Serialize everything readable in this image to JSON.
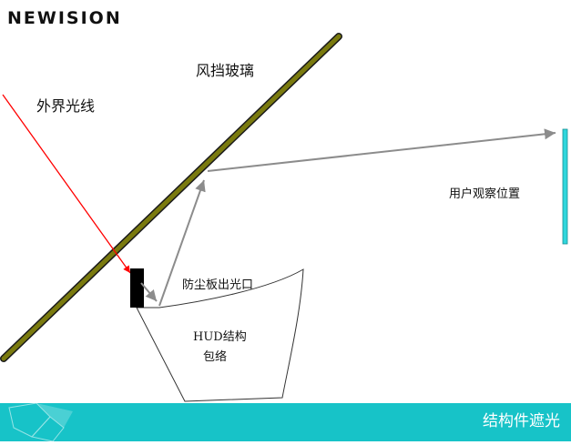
{
  "logo": {
    "text": "NEWISION"
  },
  "labels": {
    "windshield": "风挡玻璃",
    "external_light": "外界光线",
    "user_position": "用户观察位置",
    "dust_cover_outlet": "防尘板出光口",
    "hud_structure_line1": "HUD结构",
    "hud_structure_line2": "包络"
  },
  "footer": {
    "title": "结构件遮光"
  },
  "colors": {
    "windshield_fill": "#7a7a0e",
    "windshield_stroke": "#1a1a1a",
    "light_ray": "#ff0000",
    "reflected_ray": "#8c8c8c",
    "user_marker": "#2fd6dc",
    "footer_band": "#17c3c8",
    "blocker": "#000000"
  }
}
